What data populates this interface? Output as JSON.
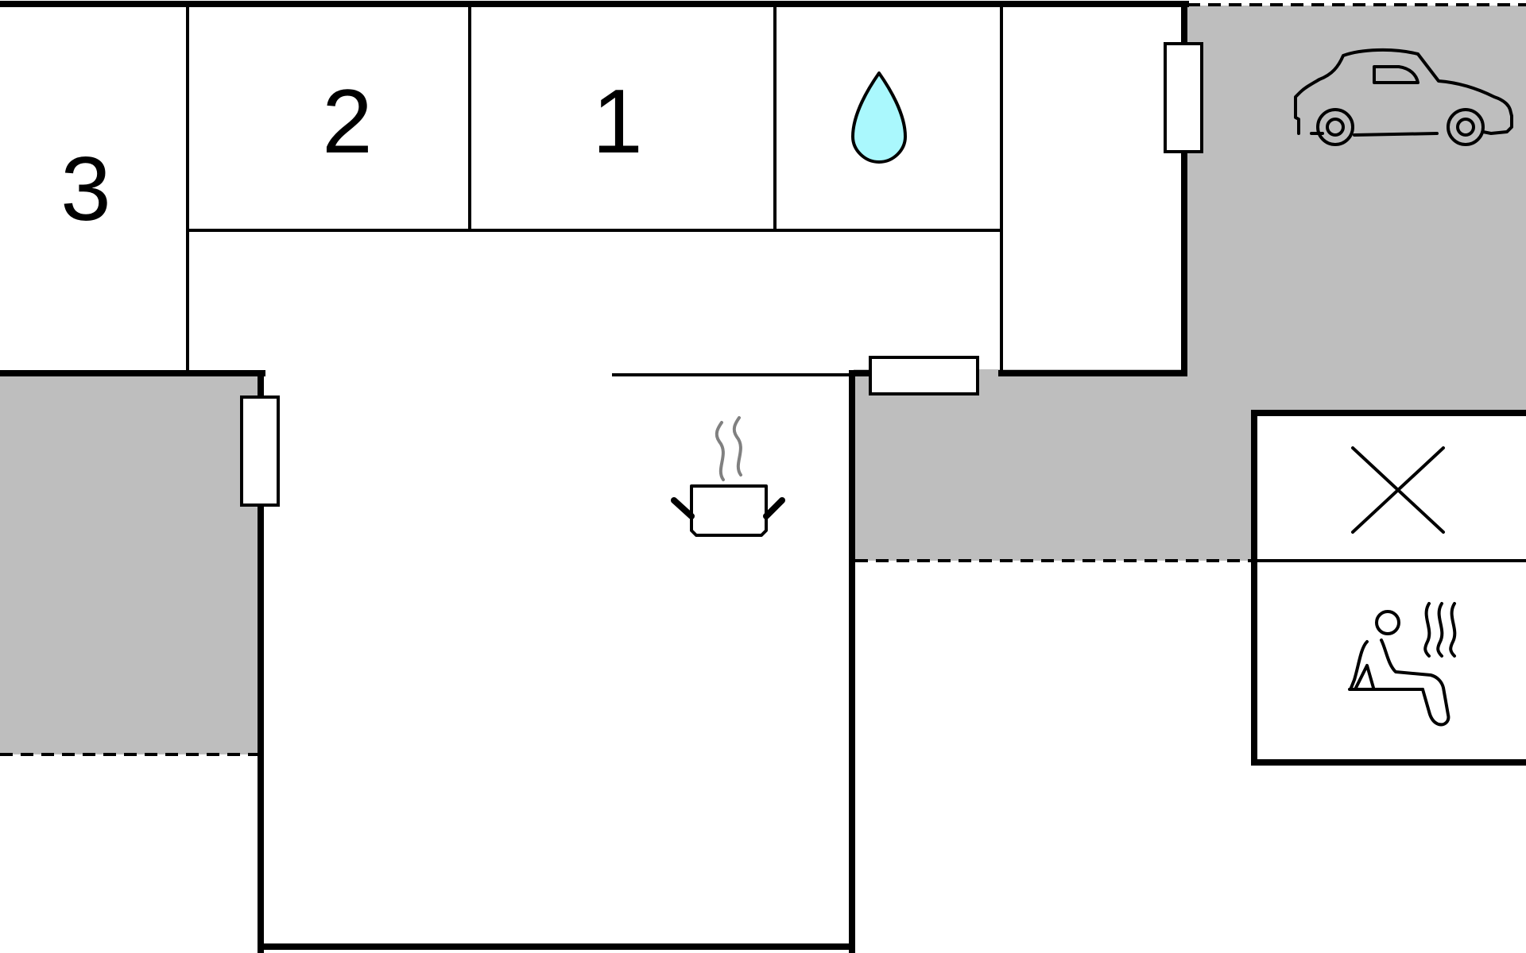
{
  "floorplan": {
    "rooms": [
      {
        "label": "3"
      },
      {
        "label": "2"
      },
      {
        "label": "1"
      }
    ],
    "icons": [
      "water-drop-icon",
      "car-icon",
      "cooking-pot-icon",
      "cross-icon",
      "sauna-icon"
    ]
  },
  "colors": {
    "wall": "#000000",
    "background": "#ffffff",
    "outdoor": "#bebebe",
    "water": "#aaf8fd",
    "steam": "#808080"
  }
}
